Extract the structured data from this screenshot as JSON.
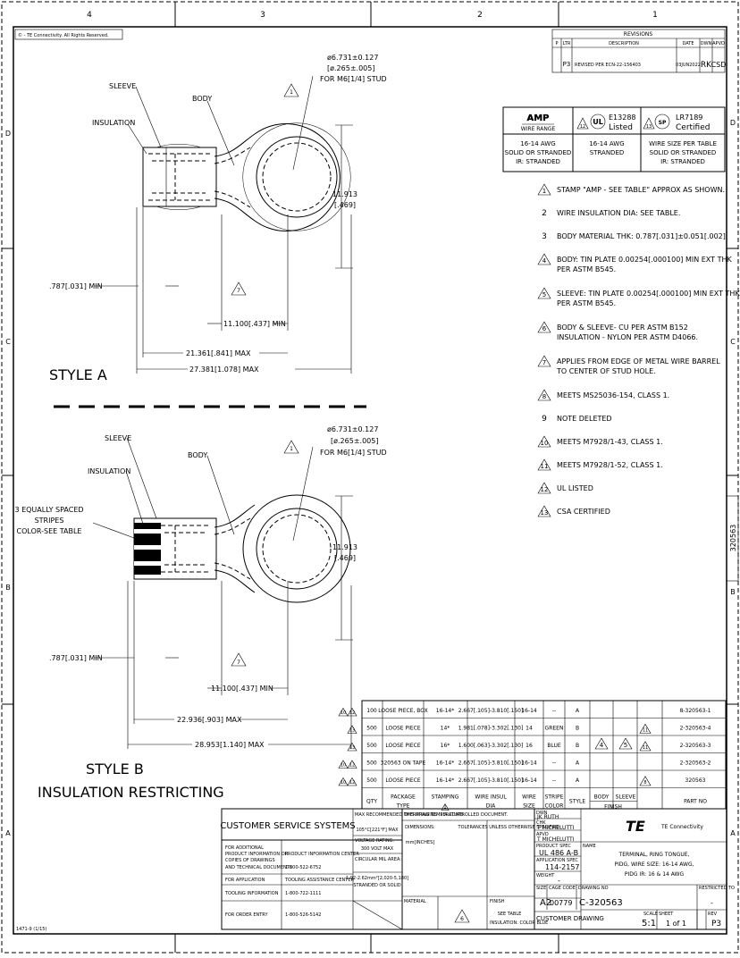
{
  "zones_top": [
    "4",
    "3",
    "2",
    "1"
  ],
  "zones_side": [
    "D",
    "C",
    "B",
    "A"
  ],
  "copyright": "©  -   TE Connectivity. All Rights Reserved.",
  "vertical_part_no": "320563",
  "form_no": "1471-9 (1/15)",
  "revisions": {
    "title": "REVISIONS",
    "headers": [
      "P",
      "LTR",
      "DESCRIPTION",
      "DATE",
      "DWN",
      "APVD"
    ],
    "row": [
      "",
      "P3",
      "REVISED PER ECN-22-156403",
      "03JUN2022",
      "RK",
      "CSD"
    ]
  },
  "certs": {
    "amp_logo": "AMP",
    "amp_sub": "WIRE RANGE",
    "ul_note": "12",
    "ul_code": "E13288",
    "ul_text": "Listed",
    "csa_note": "13",
    "csa_code": "LR7189",
    "csa_text": "Certified",
    "amp_range": [
      "16-14 AWG",
      "SOLID OR STRANDED",
      "IR: STRANDED"
    ],
    "ul_range": [
      "16-14 AWG",
      "STRANDED"
    ],
    "csa_range": [
      "WIRE SIZE PER TABLE",
      "SOLID OR STRANDED",
      "IR: STRANDED"
    ]
  },
  "notes": [
    {
      "num": "1",
      "tri": true,
      "lines": [
        "STAMP \"AMP - SEE TABLE\"  APPROX AS SHOWN."
      ]
    },
    {
      "num": "2",
      "tri": false,
      "lines": [
        "WIRE INSULATION DIA: SEE TABLE."
      ]
    },
    {
      "num": "3",
      "tri": false,
      "lines": [
        "BODY MATERIAL THK: 0.787[.031]±0.051[.002]."
      ]
    },
    {
      "num": "4",
      "tri": true,
      "lines": [
        "BODY: TIN PLATE 0.00254[.000100] MIN EXT THK",
        "PER ASTM B545."
      ]
    },
    {
      "num": "5",
      "tri": true,
      "lines": [
        "SLEEVE: TIN PLATE 0.00254[.000100] MIN EXT THK",
        "PER ASTM B545."
      ]
    },
    {
      "num": "6",
      "tri": true,
      "lines": [
        "BODY & SLEEVE- CU PER ASTM B152",
        "INSULATION - NYLON PER ASTM D4066."
      ]
    },
    {
      "num": "7",
      "tri": true,
      "lines": [
        "APPLIES FROM EDGE OF METAL WIRE BARREL",
        "TO CENTER OF STUD HOLE."
      ]
    },
    {
      "num": "8",
      "tri": true,
      "lines": [
        "MEETS MS25036-154, CLASS 1."
      ]
    },
    {
      "num": "9",
      "tri": false,
      "lines": [
        " NOTE DELETED"
      ]
    },
    {
      "num": "10",
      "tri": true,
      "lines": [
        "MEETS M7928/1-43, CLASS 1."
      ]
    },
    {
      "num": "11",
      "tri": true,
      "lines": [
        "MEETS M7928/1-52, CLASS 1."
      ]
    },
    {
      "num": "12",
      "tri": true,
      "lines": [
        "UL LISTED"
      ]
    },
    {
      "num": "13",
      "tri": true,
      "lines": [
        "CSA CERTIFIED"
      ]
    }
  ],
  "style_a": {
    "title": "STYLE A",
    "sleeve": "SLEEVE",
    "body": "BODY",
    "insulation": "INSULATION",
    "stud_dia": "ø6.731±0.127",
    "stud_dia_in": "[ø.265±.005]",
    "stud": "FOR M6[1/4] STUD",
    "note1": "1",
    "height": "11.913",
    "height_in": "[.469]",
    "thk": ".787[.031] MIN",
    "note7": "7",
    "min_len": "11.100[.437] MIN",
    "max1": "21.361[.841] MAX",
    "max2": "27.381[1.078] MAX"
  },
  "style_b": {
    "title": "STYLE B",
    "subtitle": "INSULATION RESTRICTING",
    "sleeve": "SLEEVE",
    "body": "BODY",
    "insulation": "INSULATION",
    "stripes": [
      "3 EQUALLY SPACED",
      "STRIPES",
      "COLOR-SEE TABLE"
    ],
    "stud_dia": "ø6.731±0.127",
    "stud_dia_in": "[ø.265±.005]",
    "stud": "FOR M6[1/4] STUD",
    "note1": "1",
    "height": "11.913",
    "height_in": "[.469]",
    "thk": ".787[.031] MIN",
    "note7": "7",
    "min_len": "11.100[.437] MIN",
    "max1": "22.936[.903] MAX",
    "max2": "28.953[1.140] MAX"
  },
  "parts_table": {
    "headers": [
      "QTY",
      "PACKAGE TYPE",
      "STAMPING",
      "WIRE INSUL DIA",
      "WIRE SIZE",
      "STRIPE COLOR",
      "STYLE",
      "BODY",
      "SLEEVE",
      "PART NO"
    ],
    "finish": "FINISH",
    "stamping_note": "1",
    "body_note": "4",
    "sleeve_note": "5",
    "rows": [
      {
        "marks": [
          "10",
          "12"
        ],
        "qty": "100",
        "pkg": "LOOSE PIECE, BOX",
        "stamp": "16-14*",
        "dia": "2.667[.105]-3.810[.150]",
        "size": "16-14",
        "color": "--",
        "style": "A",
        "pnote": "",
        "part": "8-320563-1"
      },
      {
        "marks": [
          "13"
        ],
        "qty": "500",
        "pkg": "LOOSE PIECE",
        "stamp": "14*",
        "dia": "1.981[.078]-3.302[.130]",
        "size": "14",
        "color": "GREEN",
        "style": "B",
        "pnote": "11",
        "part": "2-320563-4"
      },
      {
        "marks": [
          "13"
        ],
        "qty": "500",
        "pkg": "LOOSE PIECE",
        "stamp": "16*",
        "dia": "1.600[.063]-3.302[.130]",
        "size": "16",
        "color": "BLUE",
        "style": "B",
        "pnote": "11",
        "part": "2-320563-3"
      },
      {
        "marks": [
          "10",
          "12"
        ],
        "qty": "500",
        "pkg": "320563 ON TAPE",
        "stamp": "16-14*",
        "dia": "2.667[.105]-3.810[.150]",
        "size": "16-14",
        "color": "--",
        "style": "A",
        "pnote": "",
        "part": "2-320563-2"
      },
      {
        "marks": [
          "10",
          "12"
        ],
        "qty": "500",
        "pkg": "LOOSE PIECE",
        "stamp": "16-14*",
        "dia": "2.667[.105]-3.810[.150]",
        "size": "16-14",
        "color": "--",
        "style": "A",
        "pnote": "8",
        "part": "320563"
      }
    ]
  },
  "title_block": {
    "css": "CUSTOMER SERVICE SYSTEMS",
    "rows": [
      [
        "FOR ADDITIONAL PRODUCT INFORMATION OR COPIES OF DRAWINGS AND TECHNICAL DOCUMENTS",
        "PRODUCT INFORMATION CENTER  1-800-522-6752"
      ],
      [
        "FOR APPLICATION TOOLING INFORMATION",
        "TOOLING ASSISTANCE CENTER  1-800-722-1111"
      ],
      [
        "FOR ORDER ENTRY",
        "1-800-526-5142"
      ]
    ],
    "temp_label": "MAX RECOMMENDED OPERATING TEMPERATURE:",
    "temp": "105°C[221°F] MAX",
    "volt_label": "VOLTAGE RATING:",
    "volt": "300 VOLT MAX",
    "cma_label": "CIRCULAR MIL AREA:",
    "cma": "1.02-2.62mm²[2,020-5,180]",
    "cma2": "STRANDED OR SOLID",
    "controlled": "THIS DRAWING IS A CONTROLLED DOCUMENT.",
    "dimensions": "DIMENSIONS:",
    "units": "mm[INCHES]",
    "tolerances": "TOLERANCES UNLESS OTHERWISE SPECIFIED:",
    "material": "MATERIAL",
    "finish": "FINISH",
    "mat_note": "6",
    "see_table": "SEE TABLE",
    "insulation": "INSULATION: COLOR BLUE",
    "dwn_label": "DWN",
    "dwn": "JK RUTH",
    "chk_label": "CHK",
    "chk": "T MICHELUTTI",
    "apvd_label": "APVD",
    "apvd": "T MICHELUTTI",
    "product_spec_label": "PRODUCT SPEC",
    "product_spec": "UL 486 A-B",
    "app_spec_label": "APPLICATION SPEC",
    "app_spec": "114-2157",
    "weight_label": "WEIGHT",
    "weight": "-",
    "customer_drawing": "CUSTOMER DRAWING",
    "te_logo": "TE",
    "te_name": "TE Connectivity",
    "name_label": "NAME",
    "name_lines": [
      "TERMINAL, RING TONGUE,",
      "PIDG, WIRE SIZE: 16-14 AWG,",
      "PIDG IR: 16 & 14 AWG"
    ],
    "size_label": "SIZE",
    "size": "A2",
    "cage_label": "CAGE CODE",
    "cage": "00779",
    "dwg_label": "DRAWING NO",
    "dwg": "C-320563",
    "restricted_label": "RESTRICTED TO",
    "restricted": "-",
    "scale_label": "SCALE",
    "scale": "5:1",
    "sheet_label": "SHEET",
    "sheet": "1 of 1",
    "rev_label": "REV",
    "rev": "P3"
  }
}
